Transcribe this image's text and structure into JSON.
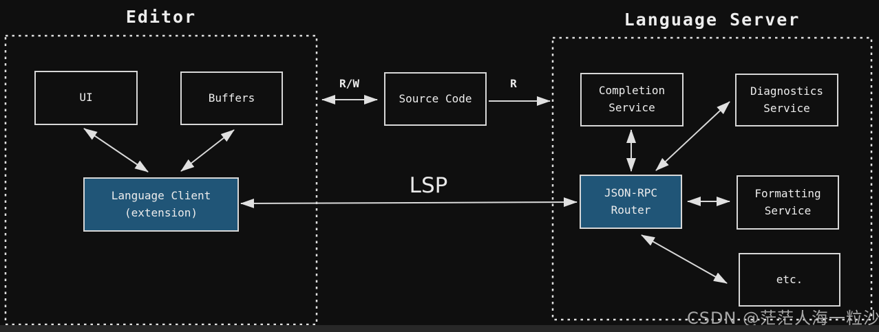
{
  "colors": {
    "background": "#0f0f0f",
    "stroke": "#e0e0e0",
    "box_border": "#d8d8d8",
    "text": "#ededed",
    "accent_box_fill": "#205577",
    "watermark": "#a6a6a6",
    "bottom_bar": "#282828"
  },
  "editor": {
    "title": "Editor",
    "nodes": {
      "ui": {
        "label": "UI"
      },
      "buffers": {
        "label": "Buffers"
      },
      "language_client": {
        "label": "Language Client\n(extension)"
      }
    }
  },
  "middle": {
    "source_code": {
      "label": "Source Code"
    },
    "rw_label": "R/W",
    "r_label": "R",
    "lsp_label": "LSP"
  },
  "language_server": {
    "title": "Language Server",
    "nodes": {
      "completion": {
        "label": "Completion\nService"
      },
      "diagnostics": {
        "label": "Diagnostics\nService"
      },
      "router": {
        "label": "JSON-RPC\nRouter"
      },
      "formatting": {
        "label": "Formatting\nService"
      },
      "etc": {
        "label": "etc."
      }
    }
  },
  "watermark": "CSDN @茫茫人海一粒沙"
}
